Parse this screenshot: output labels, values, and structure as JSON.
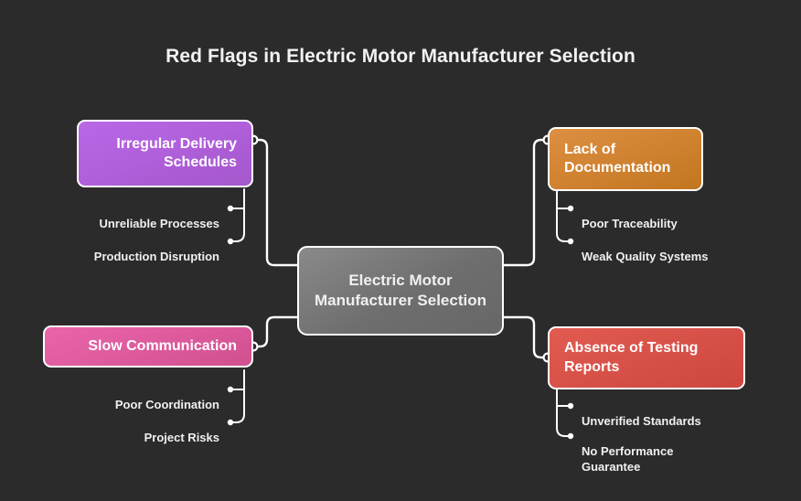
{
  "page": {
    "title": "Red Flags in Electric Motor Manufacturer Selection",
    "background_color": "#2b2b2b",
    "text_color": "#f2f2f2",
    "connector_color": "#ffffff"
  },
  "diagram": {
    "type": "mind-map",
    "center": {
      "label": "Electric Motor Manufacturer Selection",
      "color": "#767676"
    },
    "branches": [
      {
        "id": "irregular-delivery-schedules",
        "label": "Irregular Delivery Schedules",
        "color": "#b35ee0",
        "side": "left",
        "position": "top",
        "children": [
          {
            "label": "Unreliable Processes"
          },
          {
            "label": "Production Disruption"
          }
        ]
      },
      {
        "id": "slow-communication",
        "label": "Slow Communication",
        "color": "#e25fa4",
        "side": "left",
        "position": "bottom",
        "children": [
          {
            "label": "Poor Coordination"
          },
          {
            "label": "Project Risks"
          }
        ]
      },
      {
        "id": "lack-of-documentation",
        "label": "Lack of Documentation",
        "color": "#d0832f",
        "side": "right",
        "position": "top",
        "children": [
          {
            "label": "Poor Traceability"
          },
          {
            "label": "Weak Quality Systems"
          }
        ]
      },
      {
        "id": "absence-of-testing-reports",
        "label": "Absence of Testing Reports",
        "color": "#d9534f",
        "side": "right",
        "position": "bottom",
        "children": [
          {
            "label": "Unverified Standards"
          },
          {
            "label": "No Performance Guarantee"
          }
        ]
      }
    ]
  }
}
